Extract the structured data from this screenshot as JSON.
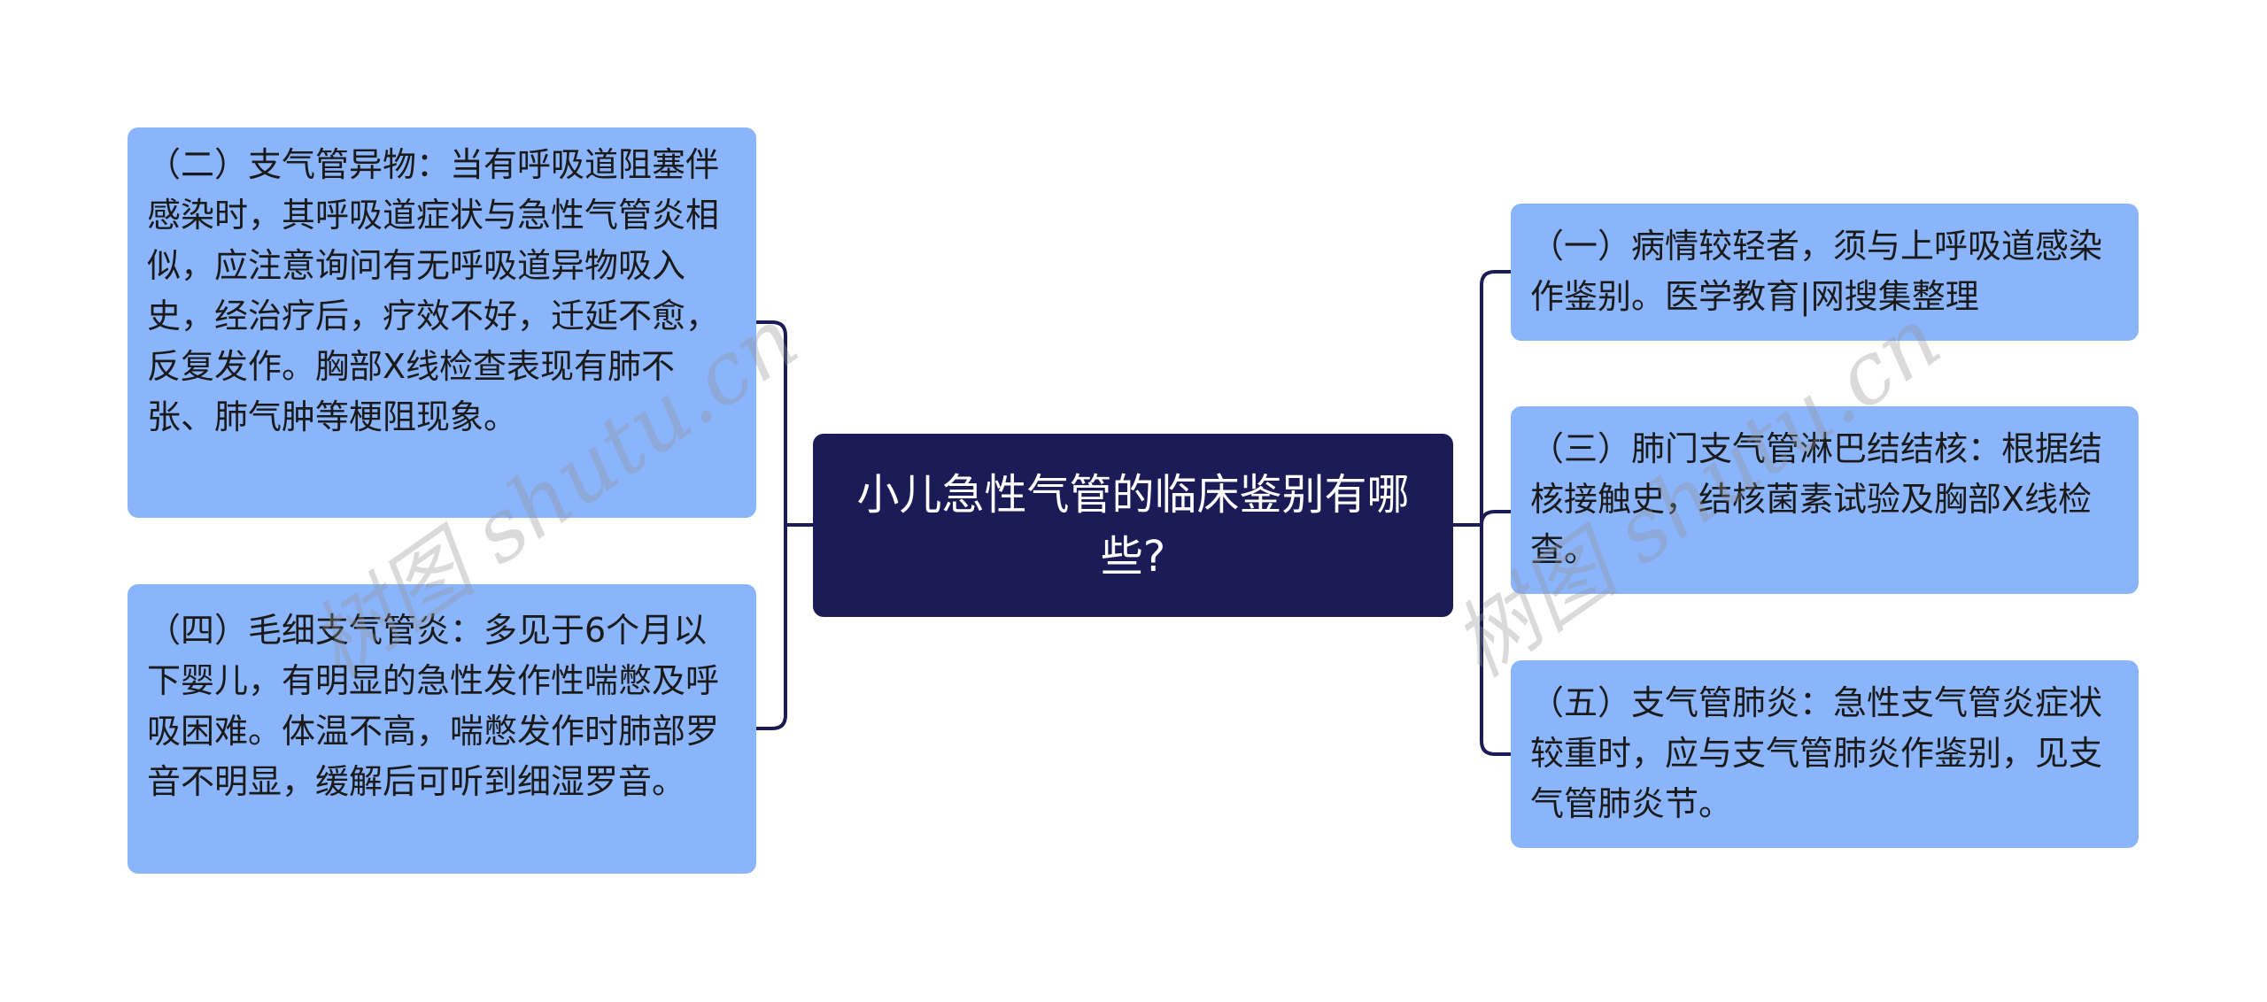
{
  "center": {
    "title": "小儿急性气管的临床鉴别有哪些?"
  },
  "left_nodes": [
    {
      "text": "（二）支气管异物：当有呼吸道阻塞伴感染时，其呼吸道症状与急性气管炎相似，应注意询问有无呼吸道异物吸入史，经治疗后，疗效不好，迁延不愈，反复发作。胸部X线检查表现有肺不张、肺气肿等梗阻现象。"
    },
    {
      "text": "（四）毛细支气管炎：多见于6个月以下婴儿，有明显的急性发作性喘憋及呼吸困难。体温不高，喘憋发作时肺部罗音不明显，缓解后可听到细湿罗音。"
    }
  ],
  "right_nodes": [
    {
      "text": "（一）病情较轻者，须与上呼吸道感染作鉴别。医学教育|网搜集整理"
    },
    {
      "text": "（三）肺门支气管淋巴结结核：根据结核接触史，结核菌素试验及胸部X线检查。"
    },
    {
      "text": "（五）支气管肺炎：急性支气管炎症状较重时，应与支气管肺炎作鉴别，见支气管肺炎节。"
    }
  ],
  "watermark": "树图 shutu.cn",
  "colors": {
    "center_bg": "#1b1b57",
    "node_bg": "#8ab4fb",
    "line": "#1b1b57"
  }
}
